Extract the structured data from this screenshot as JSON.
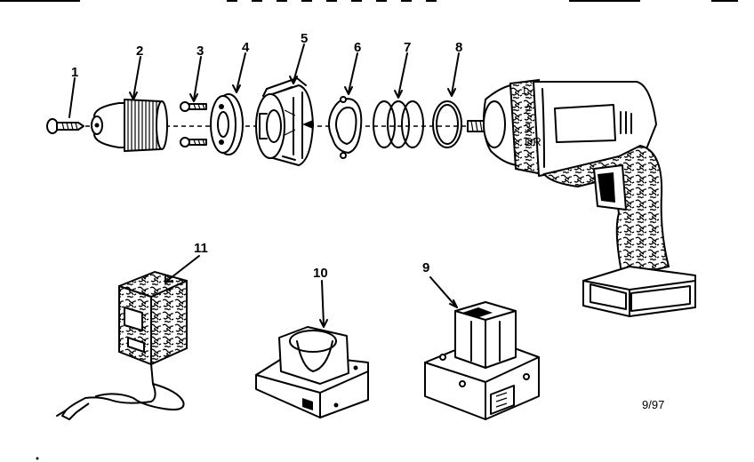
{
  "diagram": {
    "callouts": [
      {
        "id": "1",
        "text": "1"
      },
      {
        "id": "2",
        "text": "2"
      },
      {
        "id": "3",
        "text": "3"
      },
      {
        "id": "4",
        "text": "4"
      },
      {
        "id": "5",
        "text": "5"
      },
      {
        "id": "6",
        "text": "6"
      },
      {
        "id": "7",
        "text": "7"
      },
      {
        "id": "8",
        "text": "8"
      },
      {
        "id": "9",
        "text": "9"
      },
      {
        "id": "10",
        "text": "10"
      },
      {
        "id": "11",
        "text": "11"
      }
    ],
    "clutch_marks": [
      "1",
      "2",
      "3",
      "DR"
    ],
    "date_code": "9/97"
  }
}
